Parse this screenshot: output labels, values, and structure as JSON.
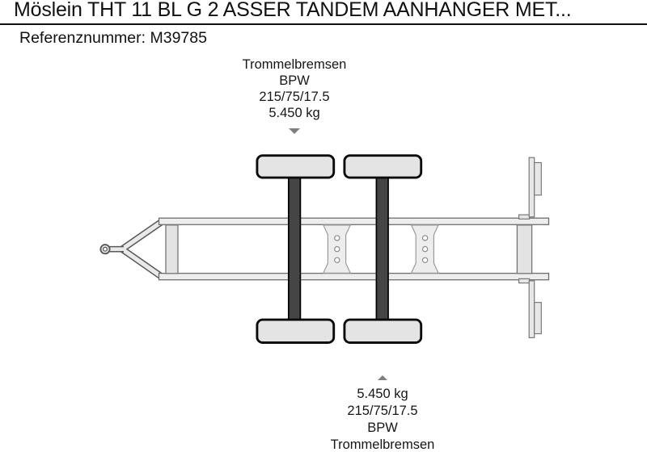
{
  "header": {
    "title": "Möslein THT 11 BL G 2 ASSER TANDEM AANHANGER MET...",
    "reference": "Referenznummer: M39785"
  },
  "annotations": {
    "front_axle": {
      "lines": [
        "Trommelbremsen",
        "BPW",
        "215/75/17.5",
        "5.450 kg"
      ],
      "arrow_direction": "down"
    },
    "rear_axle": {
      "lines": [
        "5.450 kg",
        "215/75/17.5",
        "BPW",
        "Trommelbremsen"
      ],
      "arrow_direction": "up"
    }
  },
  "diagram": {
    "subject": "tandem-axle-trailer-chassis-top-view"
  },
  "colors": {
    "background": "#ffffff",
    "text": "#111111",
    "arrow": "#7f7f7f",
    "frame_outline": "#58585a",
    "frame_fill": "#ededed",
    "crossmember_fill": "#e3e3e3",
    "crossmember_outline": "#757575",
    "gusset_outline": "#9a9a9a",
    "axle_fill": "#454545",
    "axle_outline": "#000000",
    "wheel_fill": "#e4e4e4",
    "wheel_outline": "#0c0c0c"
  }
}
